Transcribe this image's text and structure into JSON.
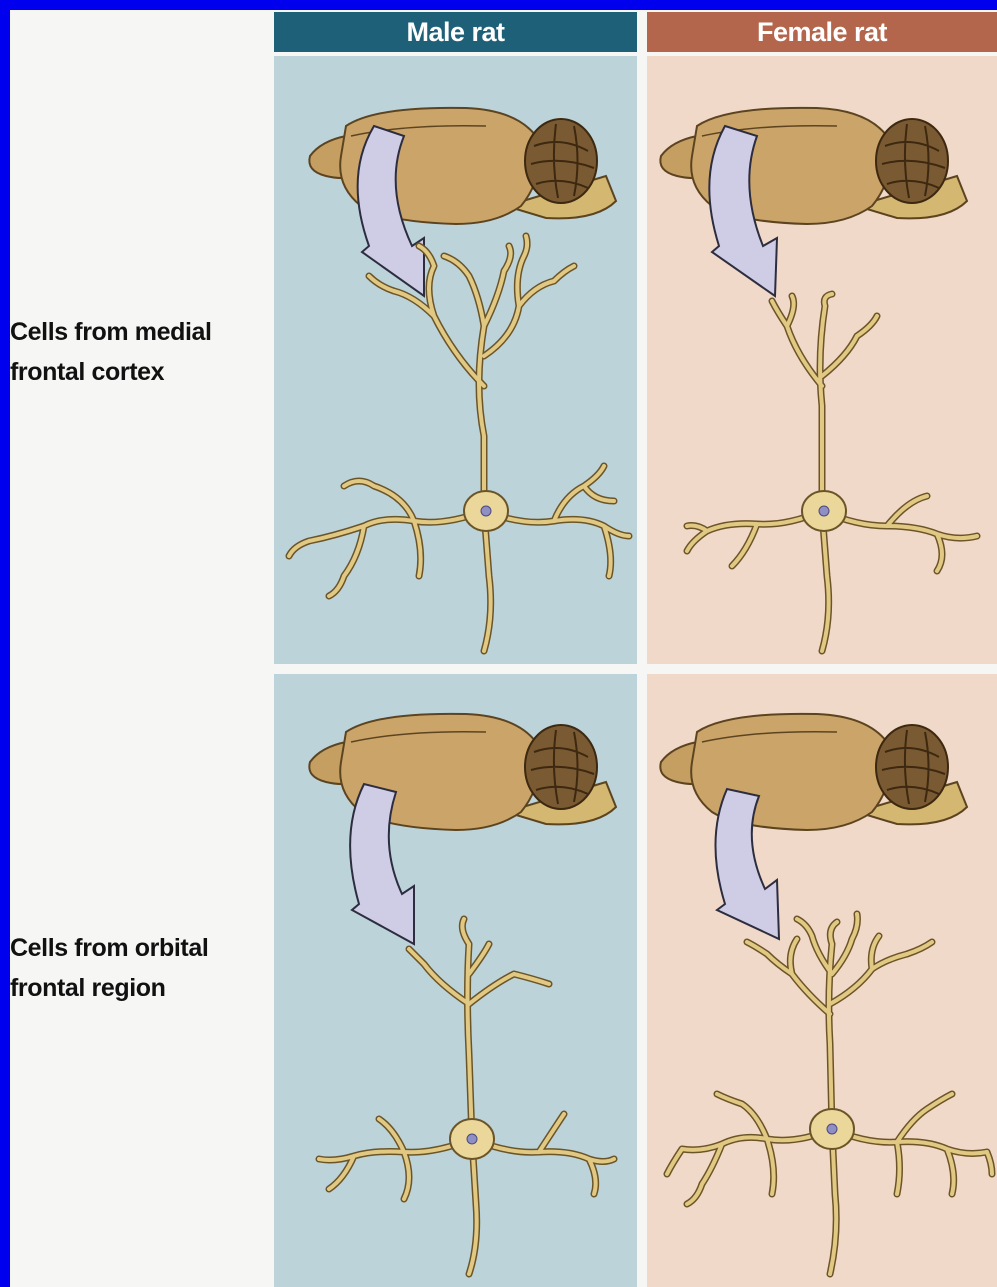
{
  "columns": {
    "male": {
      "label": "Male rat",
      "color": "#1f6079",
      "panel_color": "#bcd3da"
    },
    "female": {
      "label": "Female rat",
      "color": "#b3664c",
      "panel_color": "#f0d9c8"
    }
  },
  "rows": [
    {
      "line1": "Cells from medial",
      "line2": "frontal cortex"
    },
    {
      "line1": "Cells from orbital",
      "line2": "frontal region"
    }
  ],
  "colors": {
    "brain": "#c9a46a",
    "neuron": "#dcc27e",
    "arrow": "#cfcde6",
    "nucleus": "#8f8fc4"
  },
  "icons": [
    "rat-brain-icon",
    "arrow-icon",
    "neuron-icon"
  ]
}
